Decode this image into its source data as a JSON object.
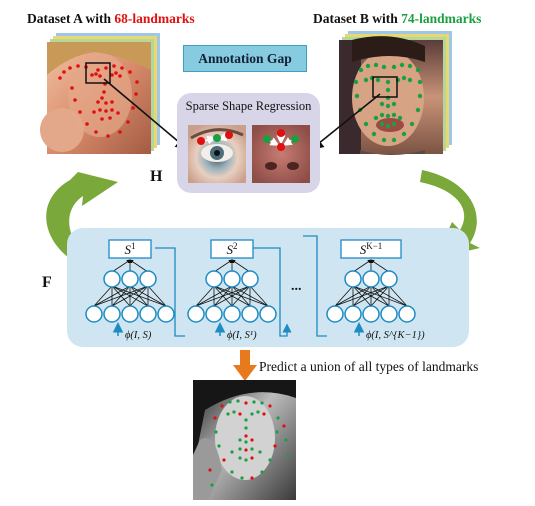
{
  "dataset_a": {
    "prefix": "Dataset A with ",
    "highlight": "68-landmarks"
  },
  "dataset_b": {
    "prefix": "Dataset B with ",
    "highlight": "74-landmarks"
  },
  "annotation_gap": "Annotation Gap",
  "sparse_shape_regression": "Sparse Shape Regression",
  "label_h": "H",
  "label_f": "F",
  "stages": [
    {
      "shape_base": "S",
      "shape_sup": "1",
      "feature": "ϕ(I, S)"
    },
    {
      "shape_base": "S",
      "shape_sup": "2",
      "feature": "ϕ(I, S¹)"
    },
    {
      "shape_base": "S",
      "shape_sup": "K−1",
      "feature": "ϕ(I, S^{K−1})"
    }
  ],
  "ellipsis": "...",
  "predict_text": "Predict a union of all types of landmarks",
  "colors": {
    "red_landmark": "#e01010",
    "green_landmark": "#1aa040",
    "net_panel": "#cfe6f2",
    "node_stroke": "#1e8bc3",
    "green_arrow": "#7aa83a",
    "orange_arrow": "#e87a1e",
    "sparse_panel": "#d9d5e8",
    "gap_box": "#87cbe0"
  }
}
